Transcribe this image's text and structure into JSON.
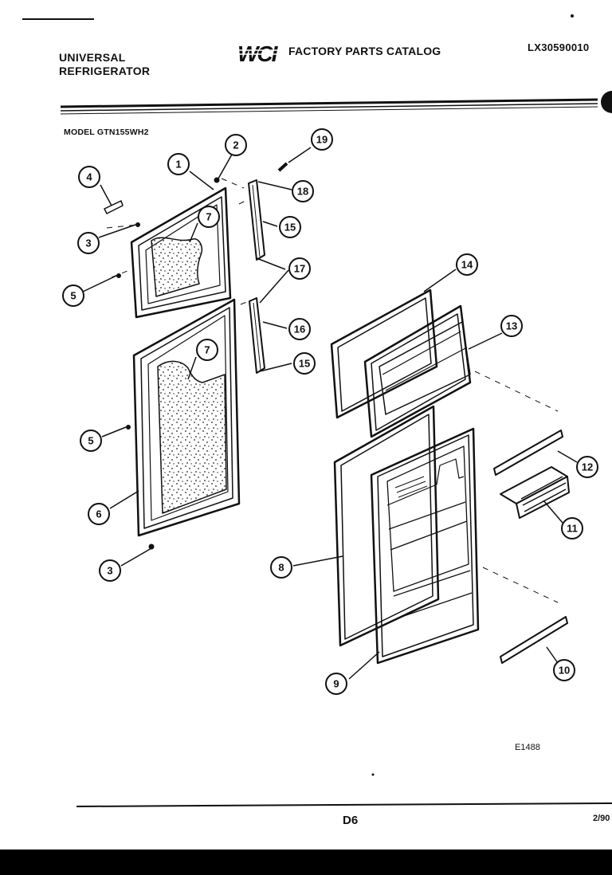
{
  "header": {
    "brand_line1": "UNIVERSAL",
    "brand_line2": "REFRIGERATOR",
    "logo_text": "WCI",
    "catalog_title": "FACTORY PARTS CATALOG",
    "catalog_number": "LX30590010"
  },
  "model_label": "MODEL GTN155WH2",
  "figure_id": "E1488",
  "footer": {
    "page": "D6",
    "date": "2/90"
  },
  "callouts": {
    "c1": "1",
    "c2": "2",
    "c3a": "3",
    "c3b": "3",
    "c4": "4",
    "c5a": "5",
    "c5b": "5",
    "c6": "6",
    "c7a": "7",
    "c7b": "7",
    "c8": "8",
    "c9": "9",
    "c10": "10",
    "c11": "11",
    "c12": "12",
    "c13": "13",
    "c14": "14",
    "c15a": "15",
    "c15b": "15",
    "c16": "16",
    "c17": "17",
    "c18": "18",
    "c19": "19"
  }
}
